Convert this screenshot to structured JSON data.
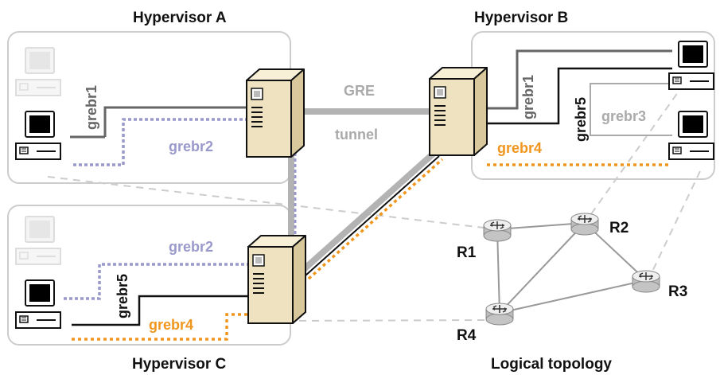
{
  "colors": {
    "dark_gray": "#666666",
    "light_gray": "#aaaaaa",
    "purple": "#9999cc",
    "orange": "#f0961e",
    "black": "#111111",
    "server_body": "#efe2c0",
    "router_fill": "#dddddd",
    "dashed_link": "#cccccc",
    "box_border": "#cccccc"
  },
  "hypervisors": {
    "a": {
      "title": "Hypervisor A"
    },
    "b": {
      "title": "Hypervisor B"
    },
    "c": {
      "title": "Hypervisor C"
    }
  },
  "tunnel": {
    "label_top": "GRE",
    "label_bottom": "tunnel"
  },
  "bridges": {
    "a_grebr1": "grebr1",
    "a_grebr2": "grebr2",
    "b_grebr1": "grebr1",
    "b_grebr5": "grebr5",
    "b_grebr3": "grebr3",
    "b_grebr4": "grebr4",
    "c_grebr2": "grebr2",
    "c_grebr5": "grebr5",
    "c_grebr4": "grebr4"
  },
  "routers": [
    "R1",
    "R2",
    "R3",
    "R4"
  ],
  "topology": {
    "title": "Logical topology"
  },
  "icons": {
    "server": "server-icon",
    "computer": "computer-icon",
    "router": "router-icon"
  }
}
